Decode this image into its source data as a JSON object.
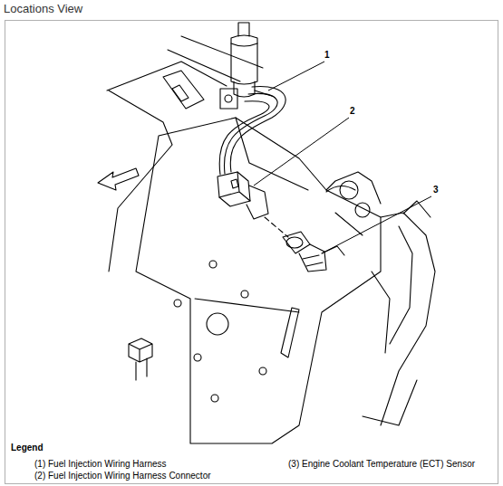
{
  "diagram": {
    "title": "Locations View",
    "labels": [
      "1",
      "2",
      "3",
      "Legend"
    ],
    "legend": [
      {
        "text": "(1) Fuel Injection Wiring Harness"
      },
      {
        "text": "(2) Fuel Injection Wiring Harness Connector"
      },
      {
        "text": "(3) Engine Coolant Temperature (ECT) Sensor"
      }
    ]
  }
}
